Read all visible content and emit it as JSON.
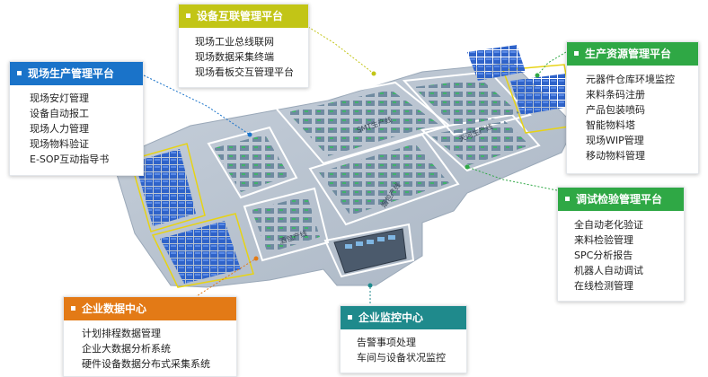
{
  "panels": {
    "device_interconnect": {
      "title": "设备互联管理平台",
      "color": "#c2c516",
      "items": [
        "现场工业总线联网",
        "现场数据采集终端",
        "现场看板交互管理平台"
      ]
    },
    "field_production": {
      "title": "现场生产管理平台",
      "color": "#1a73c9",
      "items": [
        "现场安灯管理",
        "设备自动报工",
        "现场人力管理",
        "现场物料验证",
        "E-SOP互动指导书"
      ]
    },
    "production_resource": {
      "title": "生产资源管理平台",
      "color": "#2fa845",
      "items": [
        "元器件仓库环境监控",
        "来料条码注册",
        "产品包装喷码",
        "智能物料塔",
        "现场WIP管理",
        "移动物料管理"
      ]
    },
    "debug_inspection": {
      "title": "调试检验管理平台",
      "color": "#2fa845",
      "items": [
        "全自动老化验证",
        "来料检验管理",
        "SPC分析报告",
        "机器人自动调试",
        "在线检测管理"
      ]
    },
    "enterprise_data": {
      "title": "企业数据中心",
      "color": "#e37a16",
      "items": [
        "计划排程数据管理",
        "企业大数据分析系统",
        "硬件设备数据分布式采集系统"
      ]
    },
    "enterprise_monitor": {
      "title": "企业监控中心",
      "color": "#1f8a8c",
      "items": [
        "告警事项处理",
        "车间与设备状况监控"
      ]
    }
  },
  "floor_labels": {
    "smt_line": "SMT生产线",
    "tianhe_line": "天河生产线",
    "cigarette_line": "烟包产线",
    "wine_line": "酒包产线"
  }
}
